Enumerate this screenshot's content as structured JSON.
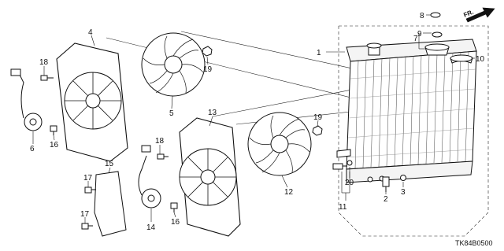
{
  "diagram": {
    "callouts": {
      "c1": "1",
      "c2": "2",
      "c3": "3",
      "c4": "4",
      "c5": "5",
      "c6": "6",
      "c7": "7",
      "c8": "8",
      "c9": "9",
      "c10": "10",
      "c11": "11",
      "c12": "12",
      "c13": "13",
      "c14": "14",
      "c15": "15",
      "c16a": "16",
      "c16b": "16",
      "c17a": "17",
      "c17b": "17",
      "c18a": "18",
      "c18b": "18",
      "c19a": "19",
      "c19b": "19",
      "c20": "20"
    },
    "direction_label": "FR.",
    "diagram_code": "TK84B0500"
  }
}
